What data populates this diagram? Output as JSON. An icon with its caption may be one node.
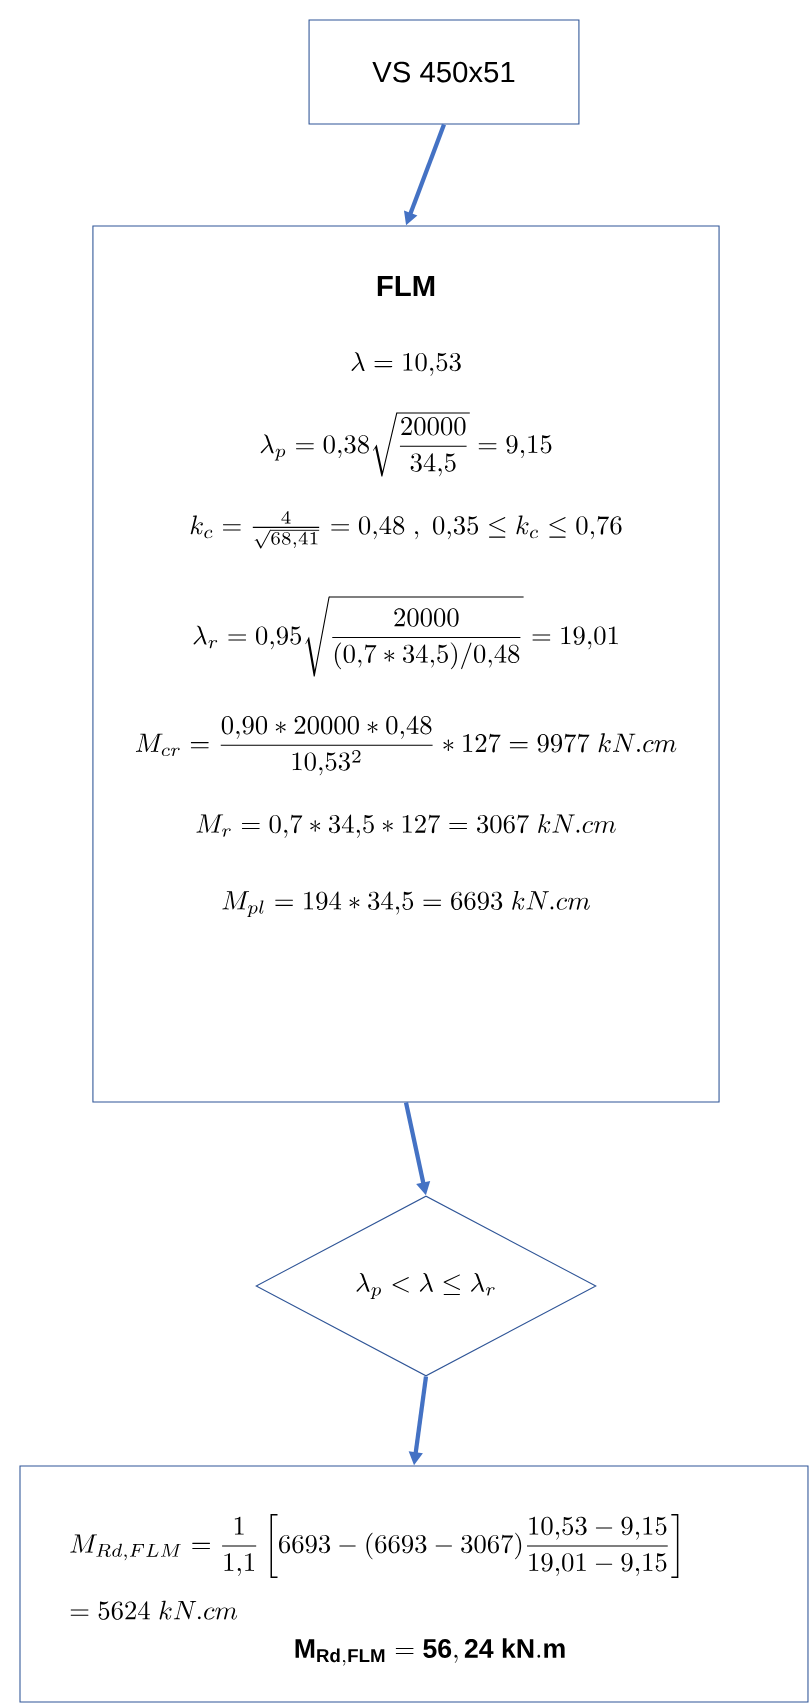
{
  "diagram": {
    "nodes": [
      {
        "text": [
          "VS 450x51"
        ]
      },
      {
        "text": [
          "FLM",
          "\\lambda = 10{,}53",
          "\\lambda_p = 0{,}38\\sqrt{\\frac{20000}{34{,}5}} = 9{,}15",
          "k_c = \\tfrac{4}{\\sqrt{68{,}41}} = 0{,}48\\ ,\\ 0{,}35 \\leq k_c \\leq 0{,}76",
          "\\lambda_r = 0{,}95\\sqrt{\\frac{20000}{(0{,}7 * 34{,}5)/0{,}48}} = 19{,}01",
          "M_{cr} = \\frac{0{,}90 * 20000 * 0{,}48}{10{,}53^2} * 127 = 9977\\ kN.cm",
          "M_r = 0{,}7 * 34{,}5 * 127 = 3067\\ kN.cm",
          "M_{pl} = 194 * 34{,}5 = 6693\\ kN.cm"
        ]
      },
      {
        "text": [
          "\\lambda_p < \\lambda \\leq \\lambda_r"
        ]
      },
      {
        "text": [
          "M_{Rd,FLM} = \\frac{1}{1{,}1}\\left[6693 - (6693 - 3067)\\frac{10{,}53 - 9{,}15}{19{,}01 - 9{,}15}\\right]",
          "= 5624\\ kN.cm",
          "\\mathbf{M_{Rd,FLM} = 56,24\\ kN.m}"
        ]
      }
    ],
    "edges": [
      {
        "from": 0,
        "to": 1,
        "arrow": "to"
      },
      {
        "from": 1,
        "to": 2,
        "arrow": "to"
      },
      {
        "from": 2,
        "to": 3,
        "arrow": "to"
      }
    ]
  }
}
